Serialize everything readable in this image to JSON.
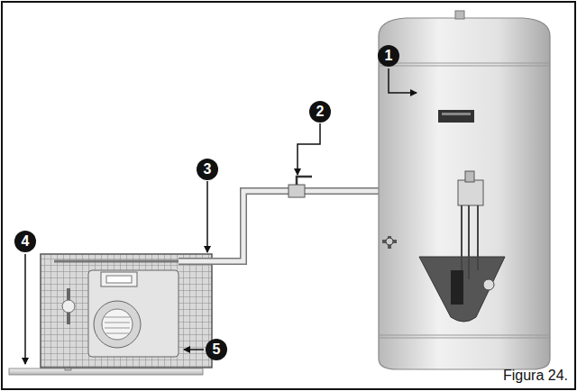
{
  "diagram": {
    "caption": "Figura 24.",
    "labels": [
      "1",
      "2",
      "3",
      "4",
      "5"
    ]
  }
}
